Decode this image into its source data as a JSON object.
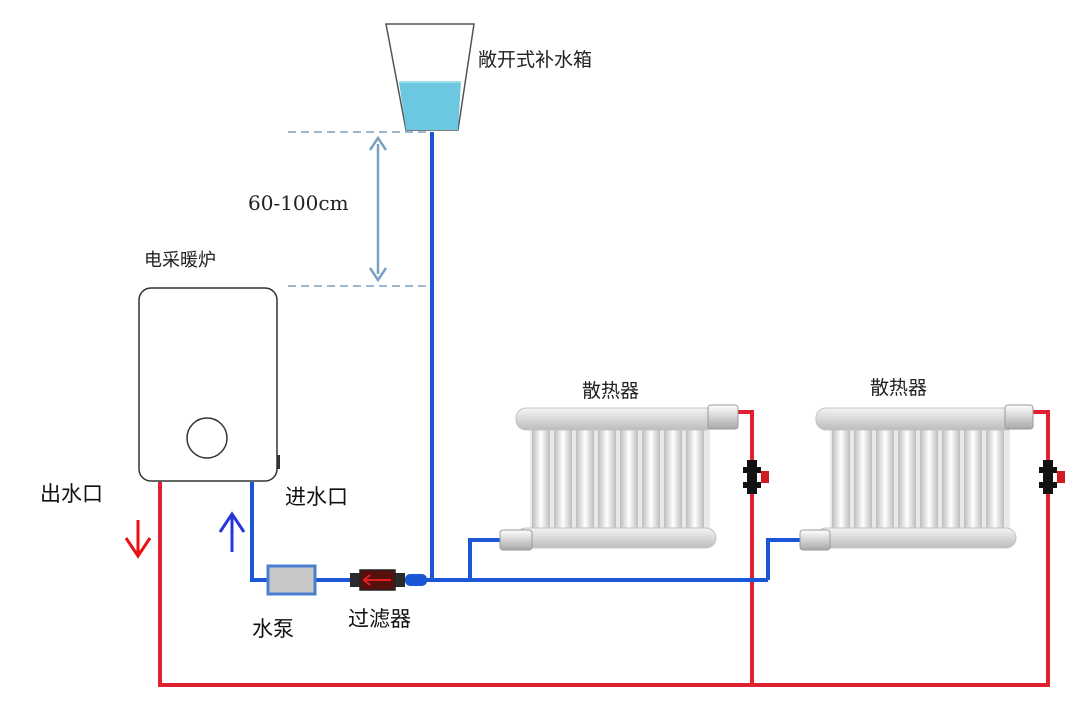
{
  "labels": {
    "tank": "敞开式补水箱",
    "height_range": "60-100cm",
    "boiler": "电采暖炉",
    "radiator_1": "散热器",
    "radiator_2": "散热器",
    "outlet": "出水口",
    "inlet": "进水口",
    "pump": "水泵",
    "filter": "过滤器"
  },
  "colors": {
    "hot_pipe": "#e0202e",
    "cold_pipe": "#1a56d6",
    "water": "#6cc7e0",
    "dim_line": "#7aa0c4",
    "radiator_body": "#d8d8d8",
    "arrow_out": "#e81010",
    "arrow_in": "#2a36d8"
  }
}
